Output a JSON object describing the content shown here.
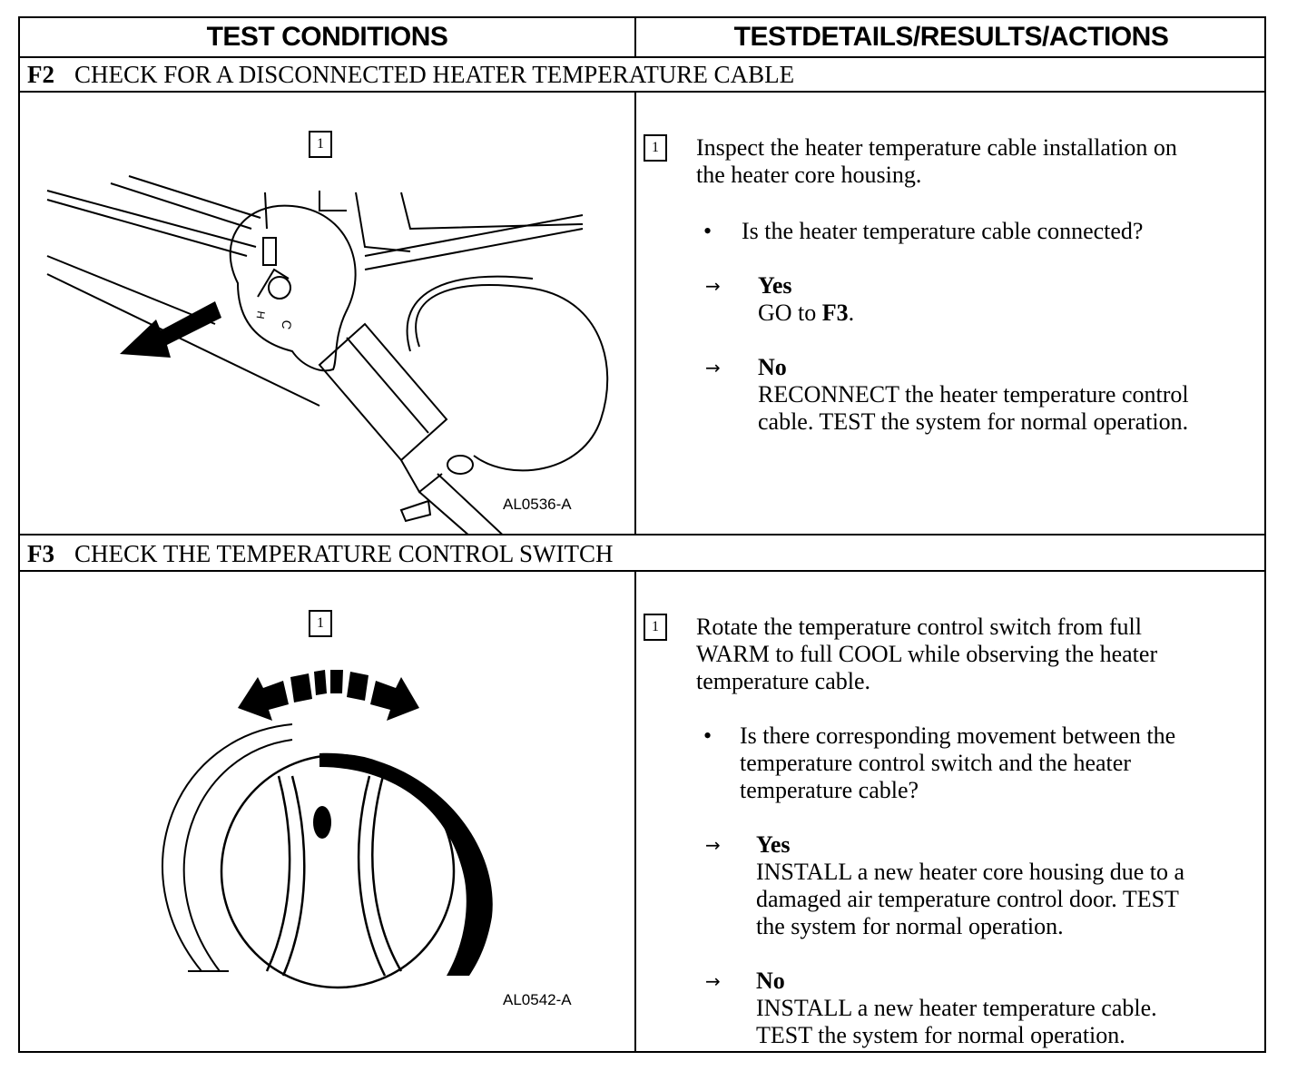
{
  "header": {
    "left": "TEST CONDITIONS",
    "right": "TESTDETAILS/RESULTS/ACTIONS"
  },
  "sections": [
    {
      "code": "F2",
      "title": "CHECK FOR A DISCONNECTED HEATER TEMPERATURE CABLE",
      "figure_step": "1",
      "figure_label": "AL0536-A",
      "step_number": "1",
      "instruction_line1": "Inspect the heater temperature cable installation on",
      "instruction_line2": "the heater core housing.",
      "question": "Is the heater temperature cable connected?",
      "yes_label": "Yes",
      "yes_action_prefix": "GO to ",
      "yes_action_ref": "F3",
      "yes_action_suffix": ".",
      "no_label": "No",
      "no_action_line1": "RECONNECT the heater temperature control",
      "no_action_line2": "cable. TEST the system for normal operation."
    },
    {
      "code": "F3",
      "title": "CHECK THE TEMPERATURE CONTROL SWITCH",
      "figure_step": "1",
      "figure_label": "AL0542-A",
      "step_number": "1",
      "instruction_line1": "Rotate the temperature control switch from full",
      "instruction_line2": "WARM to full COOL while observing the heater",
      "instruction_line3": "temperature cable.",
      "question_line1": "Is there corresponding movement between the",
      "question_line2": "temperature control switch and the heater",
      "question_line3": "temperature cable?",
      "yes_label": "Yes",
      "yes_action_line1": "INSTALL a new heater core housing due to a",
      "yes_action_line2": "damaged air temperature control door. TEST",
      "yes_action_line3": "the system for normal operation.",
      "no_label": "No",
      "no_action_line1": "INSTALL a new heater temperature cable.",
      "no_action_line2": "TEST the system for normal operation."
    }
  ],
  "icons": {
    "bullet": "•",
    "arrow": "→"
  }
}
